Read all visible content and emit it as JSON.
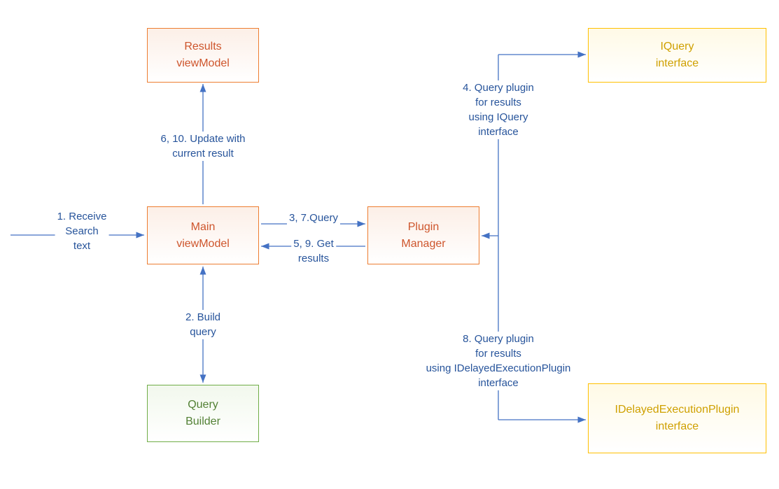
{
  "colors": {
    "connector": "#4472C4",
    "edge-text": "#27549B",
    "orange-border": "#ED7D31",
    "orange-text": "#CE552C",
    "orange-fill": "#FCEFE7",
    "yellow-border": "#FFC000",
    "yellow-text": "#CFA000",
    "yellow-fill": "#FFFAE6",
    "green-border": "#70AD47",
    "green-text": "#538135",
    "green-fill": "#F2F8ED",
    "background": "#FFFFFF"
  },
  "nodes": {
    "results_viewmodel": {
      "label": "Results\nviewModel"
    },
    "iquery_interface": {
      "label": "IQuery\ninterface"
    },
    "main_viewmodel": {
      "label": "Main\nviewModel"
    },
    "plugin_manager": {
      "label": "Plugin\nManager"
    },
    "query_builder": {
      "label": "Query\nBuilder"
    },
    "idelayedexecutionplugin_interface": {
      "label": "IDelayedExecutionPlugin\ninterface"
    }
  },
  "edges": {
    "receive_search": {
      "label": "1. Receive\nSearch\ntext"
    },
    "build_query": {
      "label": "2. Build\nquery"
    },
    "query": {
      "label": "3, 7.Query"
    },
    "query_plugin_iquery": {
      "label": "4. Query plugin\nfor results\nusing IQuery\ninterface"
    },
    "get_results": {
      "label": "5, 9. Get\nresults"
    },
    "update_current_result": {
      "label": "6, 10. Update with\ncurrent result"
    },
    "query_plugin_idelayed": {
      "label": "8. Query plugin\nfor results\nusing IDelayedExecutionPlugin\ninterface"
    }
  }
}
